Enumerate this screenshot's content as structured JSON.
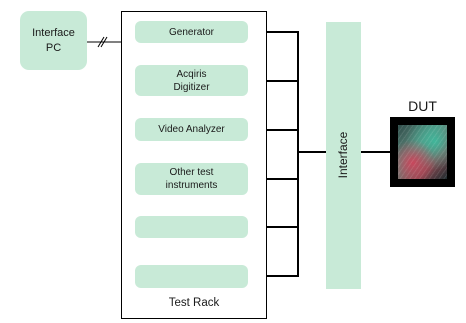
{
  "pc": {
    "label": "Interface\nPC"
  },
  "rack": {
    "title": "Test Rack",
    "instruments": [
      {
        "label": "Generator"
      },
      {
        "label": "Acqiris\nDigitizer"
      },
      {
        "label": "Video Analyzer"
      },
      {
        "label": "Other test\ninstruments"
      },
      {
        "label": ""
      },
      {
        "label": ""
      }
    ]
  },
  "interface": {
    "label": "Interface"
  },
  "dut": {
    "label": "DUT"
  },
  "colors": {
    "box_fill": "#c8ead7",
    "line": "#000000",
    "dut_frame": "#000000"
  }
}
